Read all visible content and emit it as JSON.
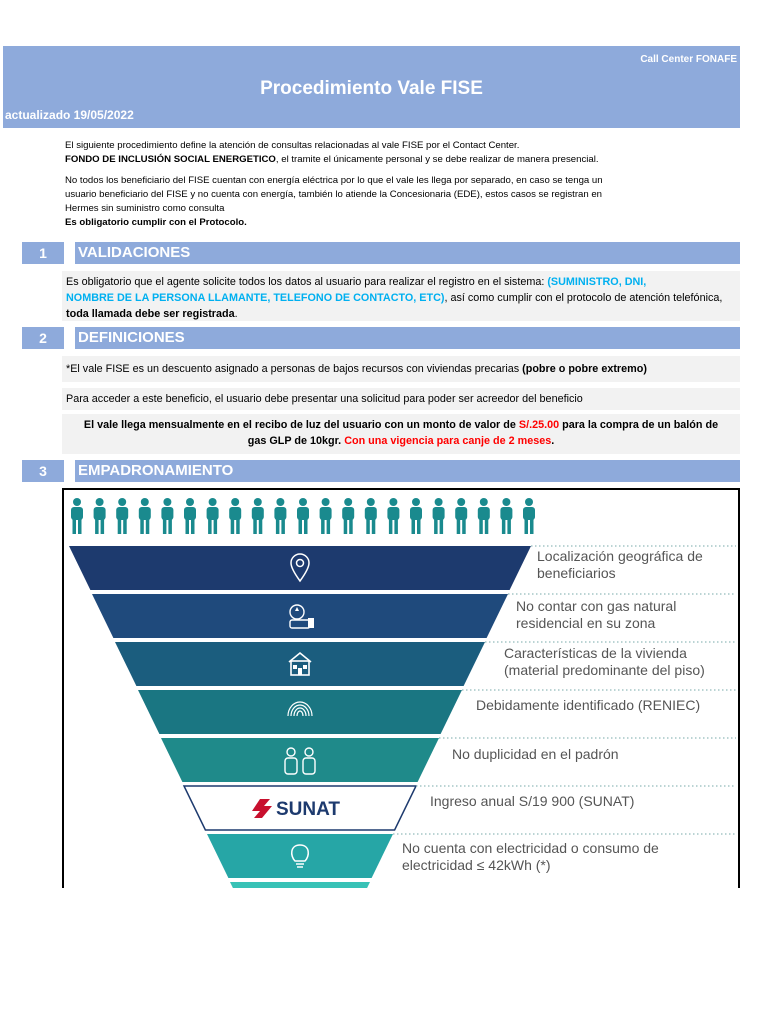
{
  "header": {
    "call_center": "Call Center FONAFE",
    "title": "Procedimiento Vale FISE",
    "updated": "actualizado 19/05/2022"
  },
  "intro": {
    "p1_line1": "El siguiente procedimiento define la atención de consultas relacionadas al vale FISE por el Contact Center.",
    "p1_bold": "FONDO DE INCLUSIÓN SOCIAL ENERGETICO",
    "p1_rest": ", el tramite el únicamente personal y se debe realizar de manera presencial.",
    "p2_line1": "No todos los beneficiario del FISE cuentan con energía eléctrica por lo que el vale les llega por separado, en caso se tenga un",
    "p2_line2": "usuario beneficiario del FISE y no cuenta con energía, también lo atiende la Concesionaria (EDE), estos casos se registran en",
    "p2_line3": "Hermes sin suministro como consulta",
    "p2_bold": "Es obligatorio cumplir con el Protocolo."
  },
  "sections": [
    {
      "number": "1",
      "title": "VALIDACIONES"
    },
    {
      "number": "2",
      "title": "DEFINICIONES"
    },
    {
      "number": "3",
      "title": "EMPADRONAMIENTO"
    }
  ],
  "validaciones": {
    "text1": "Es obligatorio que el agente solicite todos los datos al usuario para realizar el registro en el sistema: ",
    "blue1": "(SUMINISTRO, DNI,",
    "blue2": "NOMBRE DE LA PERSONA LLAMANTE, TELEFONO DE CONTACTO, ETC)",
    "text2": ", así como cumplir con el protocolo de atención telefónica,",
    "bold": "toda llamada debe ser registrada",
    "end": "."
  },
  "definiciones": {
    "d1_text": "*El vale FISE es un descuento asignado a personas de bajos recursos con viviendas precarias ",
    "d1_bold": "(pobre o pobre extremo)",
    "d2": "Para acceder a este beneficio, el usuario debe presentar una solicitud para poder ser acreedor del beneficio",
    "d3_a": "El vale llega mensualmente en el recibo de luz del usuario con un monto de valor de ",
    "d3_amount": "S/.25.00",
    "d3_b": " para la compra de un balón de",
    "d3_c": "gas GLP de 10kgr. ",
    "d3_red": "Con una vigencia para canje de 2 meses",
    "d3_end": "."
  },
  "funnel": {
    "sunat_logo": "SUNAT",
    "criteria": [
      {
        "line1": "Localización geográfica de",
        "line2": "beneficiarios",
        "icon": "location-pin-icon"
      },
      {
        "line1": "No contar con gas natural",
        "line2": "residencial en su zona",
        "icon": "gas-stove-icon"
      },
      {
        "line1": "Características de la vivienda",
        "line2": "(material predominante del piso)",
        "icon": "house-icon"
      },
      {
        "line1": "Debidamente identificado (RENIEC)",
        "line2": "",
        "icon": "fingerprint-icon"
      },
      {
        "line1": "No duplicidad en el padrón",
        "line2": "",
        "icon": "two-people-icon"
      },
      {
        "line1": "Ingreso anual S/19 900 (SUNAT)",
        "line2": "",
        "icon": "sunat-logo"
      },
      {
        "line1": "No cuenta con electricidad o consumo de",
        "line2": "electricidad ≤ 42kWh (*)",
        "icon": "lightbulb-icon"
      }
    ],
    "colors": [
      "#1d3a6e",
      "#1f4a7c",
      "#1b5d7e",
      "#1a7682",
      "#1f8a8a",
      "#ffffff",
      "#26a6a6",
      "#38c2b6"
    ],
    "people_color": "#1a8a8e"
  }
}
